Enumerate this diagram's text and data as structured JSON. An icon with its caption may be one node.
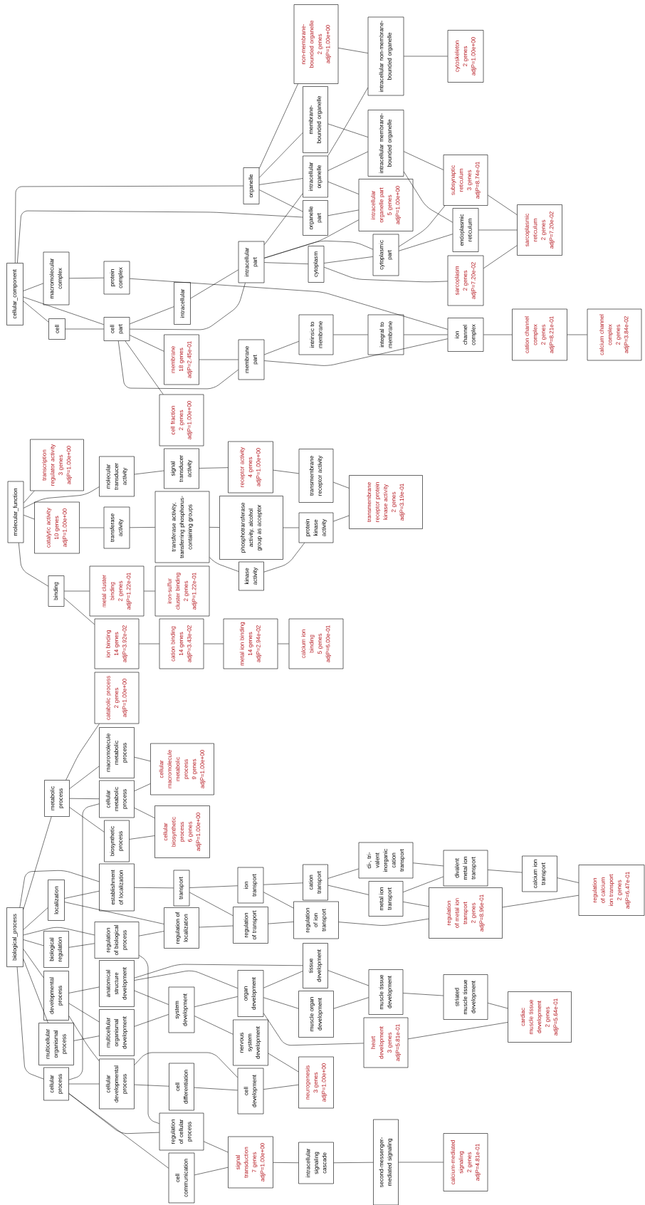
{
  "diagram": {
    "nodes": [
      {
        "text": [
          "cellular_component"
        ]
      },
      {
        "text": [
          "macromolecular complex"
        ]
      },
      {
        "text": [
          "cell"
        ]
      },
      {
        "text": [
          "protein complex"
        ]
      },
      {
        "text": [
          "cell part"
        ]
      },
      {
        "text": [
          "intracellular"
        ]
      },
      {
        "text": [
          "intracellular part"
        ]
      },
      {
        "text": [
          "organelle"
        ]
      },
      {
        "text": [
          "membrane",
          "18 genes",
          "adjP=2.45e-01"
        ]
      },
      {
        "text": [
          "membrane part"
        ]
      },
      {
        "text": [
          "cell fraction",
          "2 genes",
          "adjP=1.00e+00"
        ]
      },
      {
        "text": [
          "non-membrane-bounded organelle",
          "2 genes",
          "adjP=1.00e+00"
        ]
      },
      {
        "text": [
          "membrane-bounded organelle"
        ]
      },
      {
        "text": [
          "intracellular organelle"
        ]
      },
      {
        "text": [
          "organelle part"
        ]
      },
      {
        "text": [
          "cytoplasm"
        ]
      },
      {
        "text": [
          "intrinsic to membrane"
        ]
      },
      {
        "text": [
          "intracellular non-membrane-bounded organelle"
        ]
      },
      {
        "text": [
          "cytoskeleton",
          "2 genes",
          "adjP=1.00e+00"
        ]
      },
      {
        "text": [
          "intracellular membrane-bounded organelle"
        ]
      },
      {
        "text": [
          "intracellular organelle part",
          "5 genes",
          "adjP=1.00e+00"
        ]
      },
      {
        "text": [
          "cytoplasmic part"
        ]
      },
      {
        "text": [
          "subsynaptic reticulum",
          "3 genes",
          "adjP=8.74e-01"
        ]
      },
      {
        "text": [
          "endoplasmic reticulum"
        ]
      },
      {
        "text": [
          "sarcoplasm",
          "2 genes",
          "adjP=7.20e-02"
        ]
      },
      {
        "text": [
          "sarcoplasmic reticulum",
          "2 genes",
          "adjP=7.20e-02"
        ]
      },
      {
        "text": [
          "integral to membrane"
        ]
      },
      {
        "text": [
          "ion channel complex"
        ]
      },
      {
        "text": [
          "cation channel complex",
          "2 genes",
          "adjP=8.21e-01"
        ]
      },
      {
        "text": [
          "calcium channel complex",
          "2 genes",
          "adjP=3.84e-02"
        ]
      },
      {
        "text": [
          "molecular_function"
        ]
      },
      {
        "text": [
          "transcription regulator activity",
          "3 genes",
          "adjP=1.00e+00"
        ]
      },
      {
        "text": [
          "catalytic activity",
          "10 genes",
          "adjP=1.00e+00"
        ]
      },
      {
        "text": [
          "binding"
        ]
      },
      {
        "text": [
          "molecular transducer activity"
        ]
      },
      {
        "text": [
          "transferase activity"
        ]
      },
      {
        "text": [
          "metal cluster binding",
          "2 genes",
          "adjP=1.22e-01"
        ]
      },
      {
        "text": [
          "ion binding",
          "14 genes",
          "adjP=3.92e-02"
        ]
      },
      {
        "text": [
          "signal transducer activity"
        ]
      },
      {
        "text": [
          "transferase activity, transferring phosphorus-containing groups"
        ]
      },
      {
        "text": [
          "iron-sulfur cluster binding",
          "2 genes",
          "adjP=1.22e-01"
        ]
      },
      {
        "text": [
          "cation binding",
          "14 genes",
          "adjP=3.43e-02"
        ]
      },
      {
        "text": [
          "receptor activity",
          "4 genes",
          "adjP=1.00e+00"
        ]
      },
      {
        "text": [
          "phosphotransferase activity, alcohol group as acceptor"
        ]
      },
      {
        "text": [
          "kinase activity"
        ]
      },
      {
        "text": [
          "metal ion binding",
          "14 genes",
          "adjP=2.94e-02"
        ]
      },
      {
        "text": [
          "transmembrane receptor activity"
        ]
      },
      {
        "text": [
          "protein kinase activity"
        ]
      },
      {
        "text": [
          "calcium ion binding",
          "5 genes",
          "adjP=6.00e-01"
        ]
      },
      {
        "text": [
          "transmembrane receptor protein kinase activity",
          "2 genes",
          "adjP=3.19e-01"
        ]
      },
      {
        "text": [
          "biological_process"
        ]
      },
      {
        "text": [
          "metabolic process"
        ]
      },
      {
        "text": [
          "localization"
        ]
      },
      {
        "text": [
          "biological regulation"
        ]
      },
      {
        "text": [
          "developmental process"
        ]
      },
      {
        "text": [
          "multicellular organismal process"
        ]
      },
      {
        "text": [
          "cellular process"
        ]
      },
      {
        "text": [
          "catabolic process",
          "2 genes",
          "adjP=1.00e+00"
        ]
      },
      {
        "text": [
          "macromolecule metabolic process"
        ]
      },
      {
        "text": [
          "cellular metabolic process"
        ]
      },
      {
        "text": [
          "biosynthetic process"
        ]
      },
      {
        "text": [
          "establishment of localization"
        ]
      },
      {
        "text": [
          "regulation of biological process"
        ]
      },
      {
        "text": [
          "anatomical structure development"
        ]
      },
      {
        "text": [
          "multicellular organismal development"
        ]
      },
      {
        "text": [
          "cellular developmental process"
        ]
      },
      {
        "text": [
          "cellular macromolecule metabolic process",
          "9 genes",
          "adjP=1.00e+00"
        ]
      },
      {
        "text": [
          "cellular biosynthetic process",
          "6 genes",
          "adjP=1.00e+00"
        ]
      },
      {
        "text": [
          "transport"
        ]
      },
      {
        "text": [
          "regulation of localization"
        ]
      },
      {
        "text": [
          "system development"
        ]
      },
      {
        "text": [
          "cell differentiation"
        ]
      },
      {
        "text": [
          "regulation of cellular process"
        ]
      },
      {
        "text": [
          "cell communication"
        ]
      },
      {
        "text": [
          "ion transport"
        ]
      },
      {
        "text": [
          "regulation of transport"
        ]
      },
      {
        "text": [
          "organ development"
        ]
      },
      {
        "text": [
          "nervous system development"
        ]
      },
      {
        "text": [
          "cell development"
        ]
      },
      {
        "text": [
          "signal transduction",
          "7 genes",
          "adjP=1.00e+00"
        ]
      },
      {
        "text": [
          "cation transport"
        ]
      },
      {
        "text": [
          "regulation of ion transport"
        ]
      },
      {
        "text": [
          "tissue development"
        ]
      },
      {
        "text": [
          "muscle organ development"
        ]
      },
      {
        "text": [
          "neurogenesis",
          "3 genes",
          "adjP=1.00e+00"
        ]
      },
      {
        "text": [
          "intracellular signaling cascade"
        ]
      },
      {
        "text": [
          "di-, tri-valent inorganic cation transport"
        ]
      },
      {
        "text": [
          "metal ion transport"
        ]
      },
      {
        "text": [
          "regulation of metal ion transport",
          "2 genes",
          "adjP=8.96e-01"
        ]
      },
      {
        "text": [
          "divalent metal ion transport"
        ]
      },
      {
        "text": [
          "calcium ion transport"
        ]
      },
      {
        "text": [
          "regulation of calcium ion transport",
          "2 genes",
          "adjP=6.47e-01"
        ]
      },
      {
        "text": [
          "muscle tissue development"
        ]
      },
      {
        "text": [
          "heart development",
          "3 genes",
          "adjP=5.81e-01"
        ]
      },
      {
        "text": [
          "striated muscle tissue development"
        ]
      },
      {
        "text": [
          "cardiac muscle tissue development",
          "2 genes",
          "adjP=5.64e-01"
        ]
      },
      {
        "text": [
          "second-messenger-mediated signaling"
        ]
      },
      {
        "text": [
          "calcium-mediated signaling",
          "2 genes",
          "adjP=4.81e-01"
        ]
      }
    ],
    "edges": [
      {
        "from": 0,
        "to": 1,
        "arrow": "none"
      },
      {
        "from": 0,
        "to": 2,
        "arrow": "none"
      },
      {
        "from": 0,
        "to": 4,
        "arrow": "none"
      },
      {
        "from": 0,
        "to": 7,
        "arrow": "none"
      },
      {
        "from": 0,
        "to": 14,
        "arrow": "none"
      },
      {
        "from": 2,
        "to": 4,
        "arrow": "none"
      },
      {
        "from": 1,
        "to": 3,
        "arrow": "none"
      },
      {
        "from": 4,
        "to": 5,
        "arrow": "none"
      },
      {
        "from": 4,
        "to": 6,
        "arrow": "none"
      },
      {
        "from": 4,
        "to": 8,
        "arrow": "none"
      },
      {
        "from": 4,
        "to": 9,
        "arrow": "none"
      },
      {
        "from": 4,
        "to": 10,
        "arrow": "none"
      },
      {
        "from": 5,
        "to": 6,
        "arrow": "none"
      },
      {
        "from": 3,
        "to": 27,
        "arrow": "none"
      },
      {
        "from": 8,
        "to": 9,
        "arrow": "none"
      },
      {
        "from": 9,
        "to": 16,
        "arrow": "none"
      },
      {
        "from": 9,
        "to": 27,
        "arrow": "none"
      },
      {
        "from": 6,
        "to": 13,
        "arrow": "none"
      },
      {
        "from": 6,
        "to": 15,
        "arrow": "none"
      },
      {
        "from": 6,
        "to": 20,
        "arrow": "none"
      },
      {
        "from": 6,
        "to": 21,
        "arrow": "none"
      },
      {
        "from": 7,
        "to": 11,
        "arrow": "none"
      },
      {
        "from": 7,
        "to": 12,
        "arrow": "none"
      },
      {
        "from": 7,
        "to": 13,
        "arrow": "none"
      },
      {
        "from": 7,
        "to": 14,
        "arrow": "none"
      },
      {
        "from": 11,
        "to": 17,
        "arrow": "none"
      },
      {
        "from": 12,
        "to": 19,
        "arrow": "none"
      },
      {
        "from": 13,
        "to": 17,
        "arrow": "none"
      },
      {
        "from": 13,
        "to": 19,
        "arrow": "none"
      },
      {
        "from": 13,
        "to": 20,
        "arrow": "none"
      },
      {
        "from": 14,
        "to": 20,
        "arrow": "none"
      },
      {
        "from": 15,
        "to": 21,
        "arrow": "none"
      },
      {
        "from": 15,
        "to": 24,
        "arrow": "none"
      },
      {
        "from": 17,
        "to": 18,
        "arrow": "none"
      },
      {
        "from": 19,
        "to": 22,
        "arrow": "none"
      },
      {
        "from": 19,
        "to": 23,
        "arrow": "none"
      },
      {
        "from": 21,
        "to": 23,
        "arrow": "none"
      },
      {
        "from": 21,
        "to": 22,
        "arrow": "none"
      },
      {
        "from": 22,
        "to": 25,
        "arrow": "none"
      },
      {
        "from": 23,
        "to": 25,
        "arrow": "none"
      },
      {
        "from": 24,
        "to": 25,
        "arrow": "none"
      },
      {
        "from": 16,
        "to": 26,
        "arrow": "none"
      },
      {
        "from": 26,
        "to": 27,
        "arrow": "none"
      },
      {
        "from": 27,
        "to": 28,
        "arrow": "none"
      },
      {
        "from": 28,
        "to": 29,
        "arrow": "none"
      },
      {
        "from": 30,
        "to": 31,
        "arrow": "none"
      },
      {
        "from": 30,
        "to": 34,
        "arrow": "none"
      },
      {
        "from": 30,
        "to": 32,
        "arrow": "none"
      },
      {
        "from": 30,
        "to": 33,
        "arrow": "none"
      },
      {
        "from": 34,
        "to": 38,
        "arrow": "none"
      },
      {
        "from": 38,
        "to": 42,
        "arrow": "none"
      },
      {
        "from": 42,
        "to": 46,
        "arrow": "none"
      },
      {
        "from": 46,
        "to": 49,
        "arrow": "none"
      },
      {
        "from": 32,
        "to": 35,
        "arrow": "none"
      },
      {
        "from": 35,
        "to": 39,
        "arrow": "none"
      },
      {
        "from": 39,
        "to": 43,
        "arrow": "none"
      },
      {
        "from": 43,
        "to": 47,
        "arrow": "none"
      },
      {
        "from": 47,
        "to": 49,
        "arrow": "none"
      },
      {
        "from": 39,
        "to": 44,
        "arrow": "none"
      },
      {
        "from": 44,
        "to": 47,
        "arrow": "none"
      },
      {
        "from": 33,
        "to": 36,
        "arrow": "none"
      },
      {
        "from": 36,
        "to": 40,
        "arrow": "none"
      },
      {
        "from": 33,
        "to": 37,
        "arrow": "none"
      },
      {
        "from": 37,
        "to": 41,
        "arrow": "none"
      },
      {
        "from": 41,
        "to": 45,
        "arrow": "none"
      },
      {
        "from": 45,
        "to": 48,
        "arrow": "none"
      },
      {
        "from": 50,
        "to": 51,
        "arrow": "none"
      },
      {
        "from": 50,
        "to": 52,
        "arrow": "none"
      },
      {
        "from": 50,
        "to": 61,
        "arrow": "none"
      },
      {
        "from": 50,
        "to": 53,
        "arrow": "none"
      },
      {
        "from": 50,
        "to": 62,
        "arrow": "none"
      },
      {
        "from": 50,
        "to": 54,
        "arrow": "none"
      },
      {
        "from": 50,
        "to": 55,
        "arrow": "none"
      },
      {
        "from": 50,
        "to": 56,
        "arrow": "none"
      },
      {
        "from": 51,
        "to": 58,
        "arrow": "none"
      },
      {
        "from": 51,
        "to": 57,
        "arrow": "none"
      },
      {
        "from": 51,
        "to": 59,
        "arrow": "none"
      },
      {
        "from": 51,
        "to": 60,
        "arrow": "none"
      },
      {
        "from": 56,
        "to": 59,
        "arrow": "none"
      },
      {
        "from": 58,
        "to": 66,
        "arrow": "none"
      },
      {
        "from": 59,
        "to": 66,
        "arrow": "none"
      },
      {
        "from": 59,
        "to": 67,
        "arrow": "none"
      },
      {
        "from": 60,
        "to": 67,
        "arrow": "none"
      },
      {
        "from": 52,
        "to": 61,
        "arrow": "none"
      },
      {
        "from": 52,
        "to": 69,
        "arrow": "none"
      },
      {
        "from": 61,
        "to": 68,
        "arrow": "none"
      },
      {
        "from": 53,
        "to": 62,
        "arrow": "none"
      },
      {
        "from": 62,
        "to": 69,
        "arrow": "none"
      },
      {
        "from": 62,
        "to": 72,
        "arrow": "none"
      },
      {
        "from": 68,
        "to": 74,
        "arrow": "none"
      },
      {
        "from": 68,
        "to": 75,
        "arrow": "none"
      },
      {
        "from": 69,
        "to": 75,
        "arrow": "none"
      },
      {
        "from": 74,
        "to": 80,
        "arrow": "none"
      },
      {
        "from": 74,
        "to": 81,
        "arrow": "none"
      },
      {
        "from": 75,
        "to": 81,
        "arrow": "none"
      },
      {
        "from": 54,
        "to": 63,
        "arrow": "none"
      },
      {
        "from": 54,
        "to": 64,
        "arrow": "none"
      },
      {
        "from": 54,
        "to": 65,
        "arrow": "none"
      },
      {
        "from": 55,
        "to": 64,
        "arrow": "none"
      },
      {
        "from": 56,
        "to": 65,
        "arrow": "none"
      },
      {
        "from": 56,
        "to": 72,
        "arrow": "none"
      },
      {
        "from": 56,
        "to": 73,
        "arrow": "none"
      },
      {
        "from": 63,
        "to": 70,
        "arrow": "none"
      },
      {
        "from": 63,
        "to": 82,
        "arrow": "none"
      },
      {
        "from": 63,
        "to": 76,
        "arrow": "none"
      },
      {
        "from": 64,
        "to": 70,
        "arrow": "none"
      },
      {
        "from": 70,
        "to": 76,
        "arrow": "none"
      },
      {
        "from": 70,
        "to": 77,
        "arrow": "none"
      },
      {
        "from": 76,
        "to": 82,
        "arrow": "none"
      },
      {
        "from": 76,
        "to": 83,
        "arrow": "none"
      },
      {
        "from": 76,
        "to": 93,
        "arrow": "none"
      },
      {
        "from": 65,
        "to": 71,
        "arrow": "none"
      },
      {
        "from": 65,
        "to": 78,
        "arrow": "none"
      },
      {
        "from": 71,
        "to": 78,
        "arrow": "none"
      },
      {
        "from": 77,
        "to": 84,
        "arrow": "none"
      },
      {
        "from": 78,
        "to": 84,
        "arrow": "none"
      },
      {
        "from": 72,
        "to": 79,
        "arrow": "none"
      },
      {
        "from": 73,
        "to": 79,
        "arrow": "none"
      },
      {
        "from": 79,
        "to": 85,
        "arrow": "none"
      },
      {
        "from": 85,
        "to": 96,
        "arrow": "none"
      },
      {
        "from": 96,
        "to": 97,
        "arrow": "none"
      },
      {
        "from": 80,
        "to": 86,
        "arrow": "none"
      },
      {
        "from": 80,
        "to": 87,
        "arrow": "none"
      },
      {
        "from": 86,
        "to": 89,
        "arrow": "none"
      },
      {
        "from": 87,
        "to": 89,
        "arrow": "none"
      },
      {
        "from": 87,
        "to": 88,
        "arrow": "none"
      },
      {
        "from": 81,
        "to": 88,
        "arrow": "none"
      },
      {
        "from": 89,
        "to": 90,
        "arrow": "none"
      },
      {
        "from": 90,
        "to": 91,
        "arrow": "none"
      },
      {
        "from": 88,
        "to": 91,
        "arrow": "none"
      },
      {
        "from": 82,
        "to": 92,
        "arrow": "none"
      },
      {
        "from": 83,
        "to": 92,
        "arrow": "none"
      },
      {
        "from": 92,
        "to": 94,
        "arrow": "none"
      },
      {
        "from": 94,
        "to": 95,
        "arrow": "none"
      },
      {
        "from": 93,
        "to": 95,
        "arrow": "none"
      }
    ]
  }
}
